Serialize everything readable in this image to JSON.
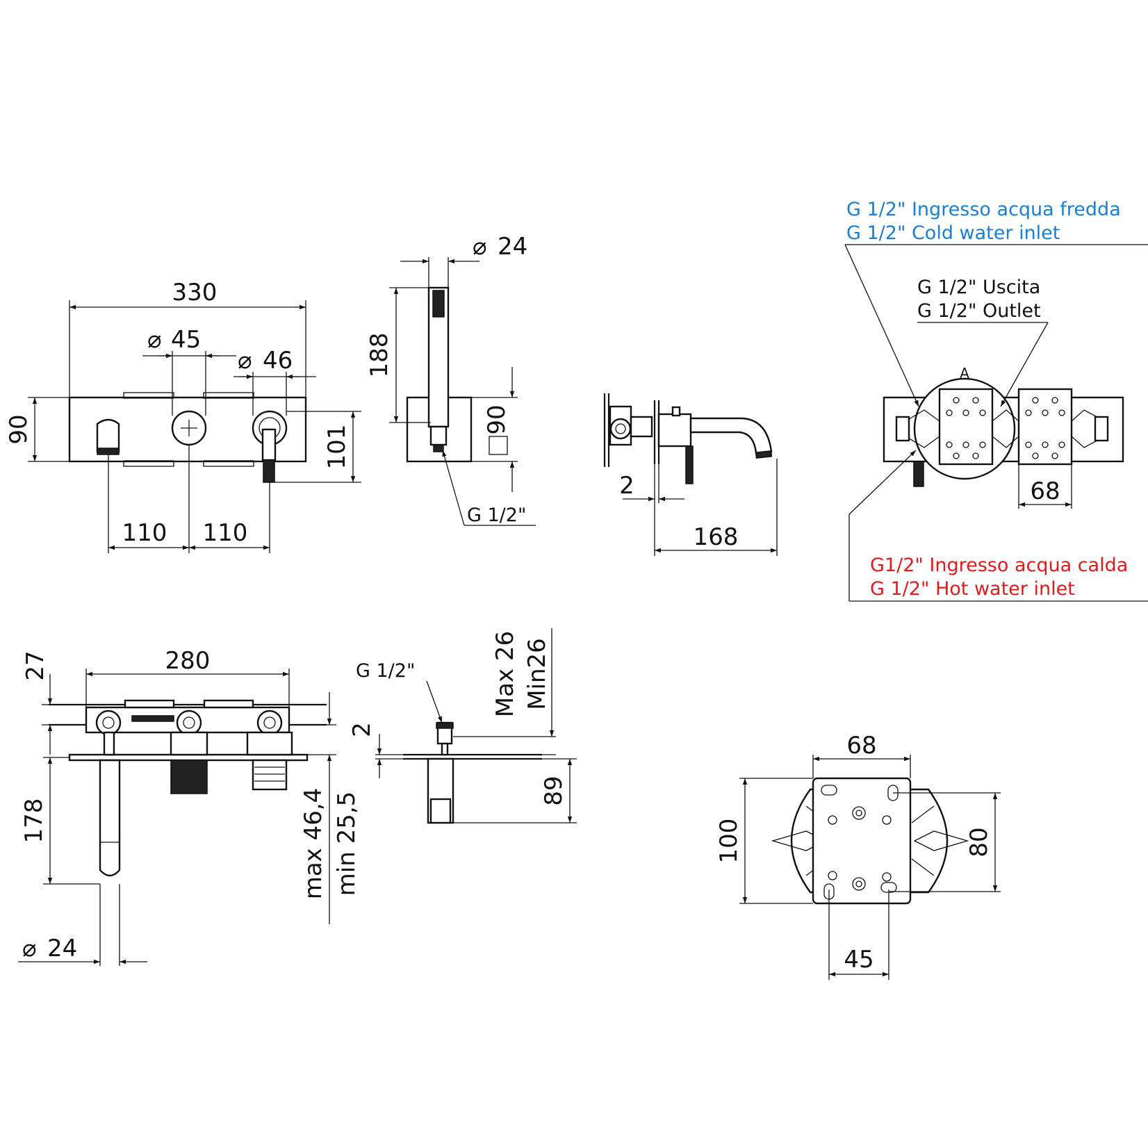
{
  "dims": {
    "w330": "330",
    "h90": "90",
    "d45": "45",
    "d46": "46",
    "h101": "101",
    "x110a": "110",
    "x110b": "110",
    "d24top": "24",
    "h188": "188",
    "h90side": "90",
    "g12side": "G 1/2\"",
    "x2": "2",
    "x168": "168",
    "x68top": "68",
    "w280": "280",
    "h27": "27",
    "h178": "178",
    "d24bottom": "24",
    "maxmin": "max 46,4",
    "minval": "min 25,5",
    "g12valve": "G 1/2\"",
    "h2": "2",
    "max26": "Max 26",
    "min26": "Min26",
    "h89": "89",
    "x68plate": "68",
    "h100": "100",
    "h80": "80",
    "x45plate": "45",
    "detail_a": "A"
  },
  "labels": {
    "cold_it": "G 1/2\" Ingresso acqua fredda",
    "cold_en": "G 1/2\" Cold water inlet",
    "outlet_it": "G 1/2\" Uscita",
    "outlet_en": "G 1/2\" Outlet",
    "hot_it": "G1/2\" Ingresso acqua calda",
    "hot_en": "G 1/2\" Hot water inlet"
  },
  "colors": {
    "cold": "#1a7fd4",
    "hot": "#e01b1b",
    "line": "#111111"
  },
  "symbols": {
    "diameter": "⌀"
  }
}
